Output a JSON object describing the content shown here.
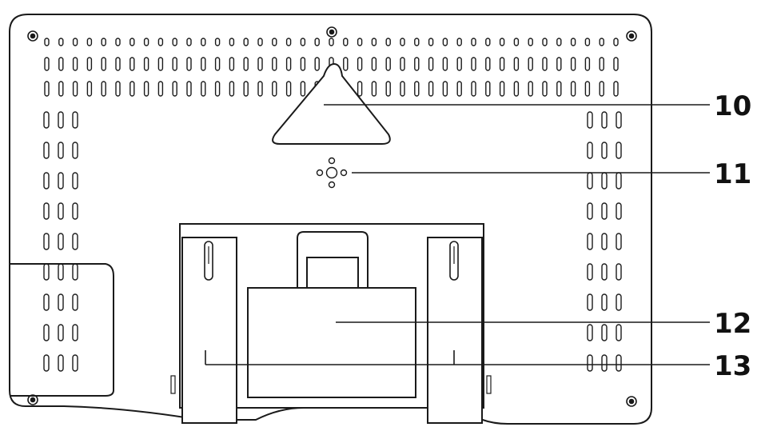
{
  "figure": {
    "line_color": "#1a1a1a",
    "background": "#ffffff",
    "callouts": [
      {
        "number": "10",
        "target": "hanging-bracket"
      },
      {
        "number": "11",
        "target": "speaker-holes"
      },
      {
        "number": "12",
        "target": "stand-panel"
      },
      {
        "number": "13",
        "target": "stand-legs"
      }
    ]
  }
}
